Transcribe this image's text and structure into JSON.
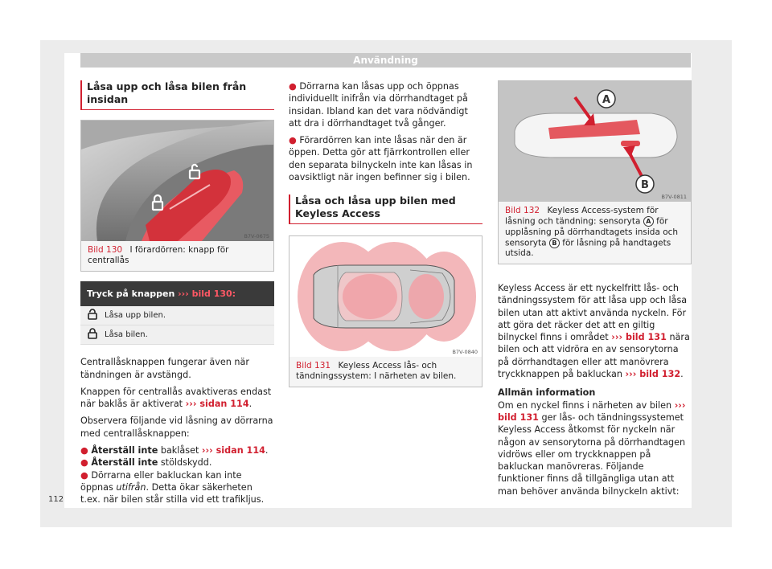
{
  "header": {
    "title": "Användning"
  },
  "page_number": "112",
  "col1": {
    "section_title": "Låsa upp och låsa bilen från insidan",
    "figure": {
      "number": "Bild 130",
      "caption": "I förardörren: knapp för centrallås",
      "code": "B7V-0675"
    },
    "table": {
      "head_prefix": "Tryck på knappen",
      "head_ref": "››› bild 130",
      "head_suffix": ":",
      "rows": [
        {
          "icon": "unlocked-padlock-icon",
          "text": "Låsa upp bilen."
        },
        {
          "icon": "locked-padlock-icon",
          "text": "Låsa bilen."
        }
      ]
    },
    "p1": "Centrallåsknappen fungerar även när tänd­ningen är avstängd.",
    "p2_text": "Knappen för centrallås avaktiveras endast när baklås är aktiverat",
    "p2_ref": "››› sidan 114",
    "p2_end": ".",
    "p3": "Observera följande vid låsning av dörrarna med centrallåsknappen:",
    "bullets": [
      {
        "bold": "Återställ inte",
        "text": " baklåset",
        "ref": "››› sidan 114",
        "end": "."
      },
      {
        "bold": "Återställ inte",
        "text": " stöldskydd.",
        "ref": "",
        "end": ""
      }
    ],
    "b3_a": "Dörrarna eller bakluckan kan inte öppnas",
    "b3_italic": "utifrån",
    "b3_b": ". Detta ökar säkerheten t.ex. när bilen står stilla vid ett trafikljus."
  },
  "col2": {
    "bullet1": "Dörrarna kan låsas upp och öppnas indivi­duellt inifrån via dörrhandtaget på insidan. Ibland kan det vara nödvändigt att dra i dörr­handtaget två gånger.",
    "bullet2": "Förardörren kan inte låsas när den är öp­pen. Detta gör att fjärrkontrollen eller den se­parata bilnyckeln inte kan låsas in oavsiktligt när ingen befinner sig i bilen.",
    "section_title": "Låsa och låsa upp bilen med Keyless Access",
    "figure": {
      "number": "Bild 131",
      "caption": "Keyless Access lås- och tändnings­system: I närheten av bilen.",
      "code": "B7V-0840"
    }
  },
  "col3": {
    "figure": {
      "number": "Bild 132",
      "cap_a": "Keyless Access-system för låsning och tändning: sensoryta",
      "label_a": "A",
      "cap_b": "för upplåsning på dörrhandtagets insida och sensoryta",
      "label_b": "B",
      "cap_c": "för låsning på handtagets utsida.",
      "code": "B7V-0811"
    },
    "p1_a": "Keyless Access är ett nyckelfritt lås- och tänd­ningssystem för att låsa upp och låsa bilen utan att aktivt använda nyckeln. För att göra det räcker det att en giltig bilnyckel finns i området",
    "p1_ref1": "››› bild 131",
    "p1_b": "nära bilen och att vidröra en av sensorytorna på dörrhandtagen eller att manövrera tryckknappen på bakluckan",
    "p1_ref2": "››› bild 132",
    "p1_end": ".",
    "heading": "Allmän information",
    "p2_a": "Om en nyckel finns i närheten av bilen",
    "p2_ref": "››› bild 131",
    "p2_b": "ger lås- och tändningssystemet Keyless Access åtkomst för nyckeln när nå­gon av sensorytorna på dörrhandtagen vi­dröws eller om tryckknappen på bakluckan manövreras. Följande funktioner finns då till­gängliga utan att man behöver använda bil­nyckeln aktivt:"
  },
  "colors": {
    "accent": "#d11f2f",
    "header_bar": "#c9c9c9",
    "table_head": "#3a3a3a"
  }
}
